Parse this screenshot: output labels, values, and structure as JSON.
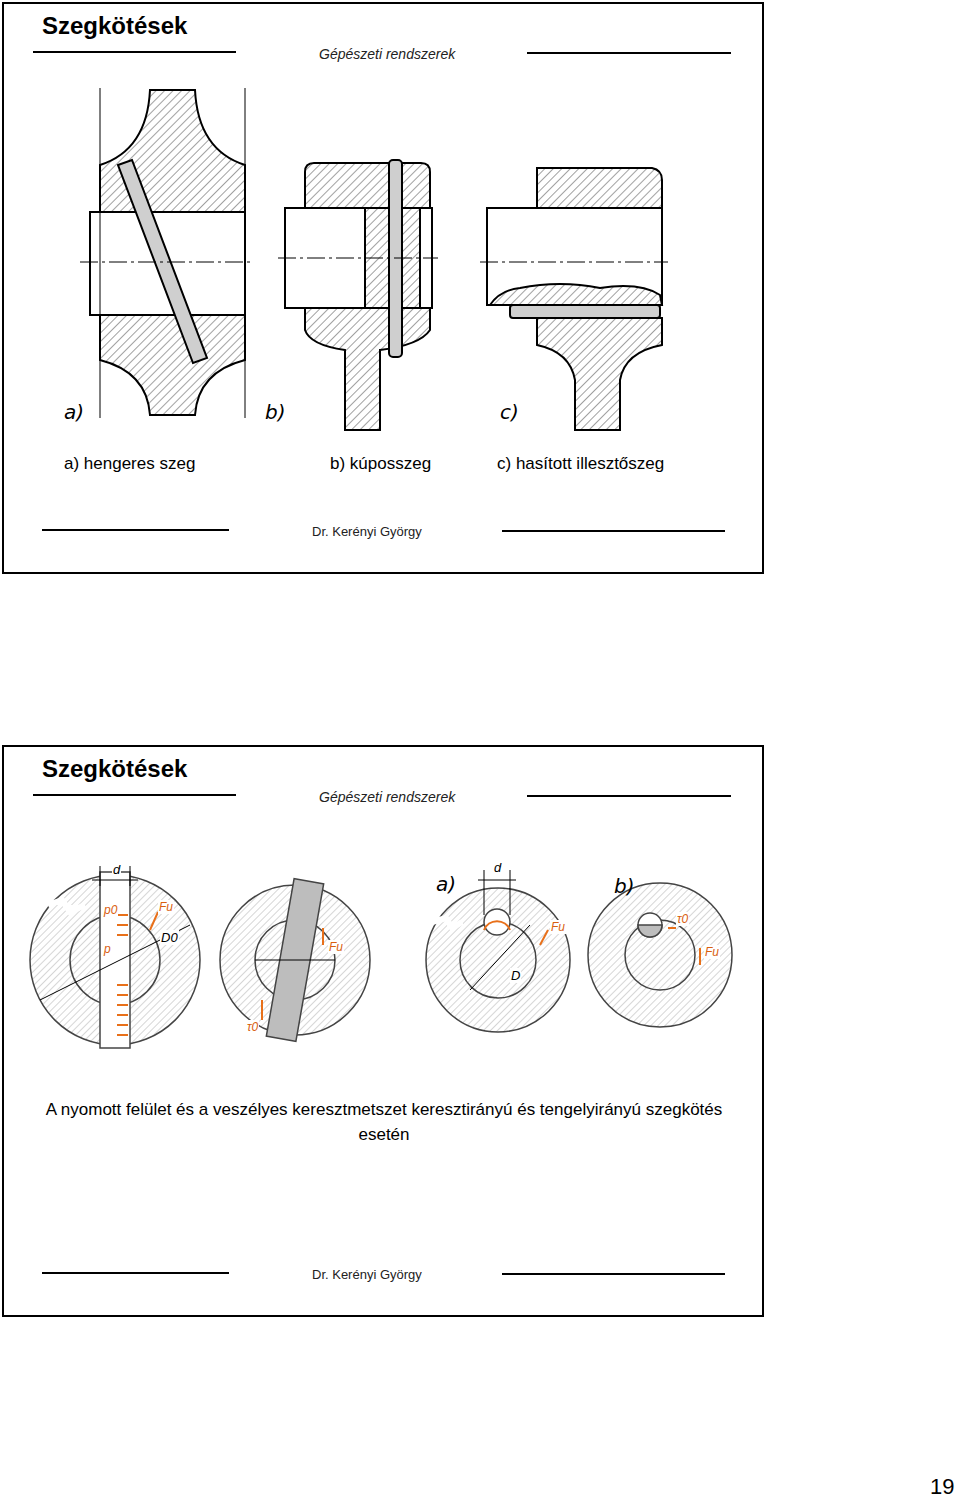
{
  "diagram": {
    "nodes": [
      {
        "text": [
          "Szegkötések",
          "Gépészeti rendszerek",
          "Dr. Kerényi György"
        ]
      },
      {
        "text": [
          "Szegkötések",
          "Gépészeti rendszerek",
          "A nyomott felület és a veszélyes keresztmetszet keresztirányú és tengelyirányú szegkötés esetén",
          "Dr. Kerényi György"
        ]
      }
    ],
    "labels": [
      "a) hengeres szeg",
      "b) kúposszeg",
      "c) hasított illesztőszeg",
      "a)",
      "b)",
      "c)",
      "d",
      "p0",
      "p",
      "Fu",
      "D0",
      "Fu",
      "τ0",
      "a)",
      "d",
      "Fu",
      "D",
      "b)",
      "τ0",
      "Fu",
      "19"
    ]
  }
}
